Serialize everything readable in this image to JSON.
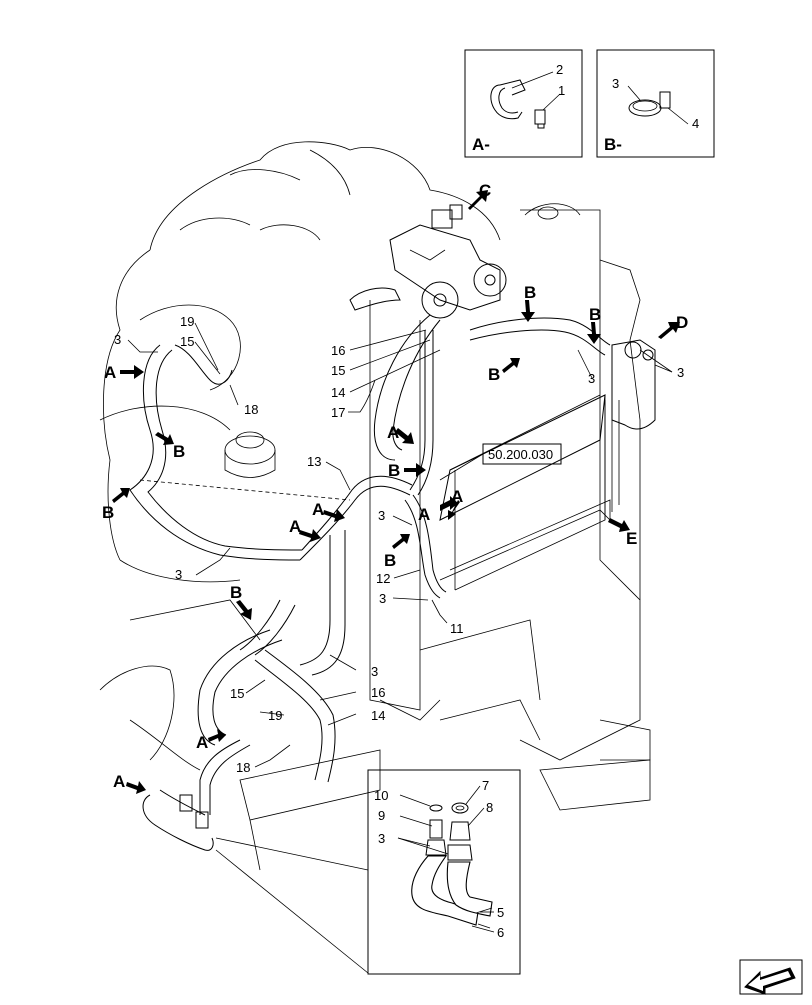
{
  "reference_label": "50.200.030",
  "detail_boxes": {
    "a": {
      "title": "A-",
      "parts": [
        "2",
        "1"
      ]
    },
    "b": {
      "title": "B-",
      "parts": [
        "3",
        "4"
      ]
    }
  },
  "direction_labels": {
    "C": "C",
    "D": "D",
    "E": "E",
    "A1": "A",
    "A2": "A",
    "A3": "A",
    "A4": "A",
    "A5": "A",
    "A6": "A",
    "A7": "A",
    "A8": "A",
    "B1": "B",
    "B2": "B",
    "B3": "B",
    "B4": "B",
    "B5": "B",
    "B6": "B",
    "B7": "B",
    "B8": "B"
  },
  "callouts": {
    "c19a": "19",
    "c15a": "15",
    "c3a": "3",
    "c18a": "18",
    "c16a": "16",
    "c15b": "15",
    "c14a": "14",
    "c17": "17",
    "c13": "13",
    "c3b": "3",
    "c12": "12",
    "c3c": "3",
    "c11": "11",
    "c3d": "3",
    "c3e": "3",
    "c3f": "3",
    "c3g": "3",
    "c16b": "16",
    "c15c": "15",
    "c19b": "19",
    "c14b": "14",
    "c18b": "18",
    "c10": "10",
    "c9": "9",
    "c3h": "3",
    "c7": "7",
    "c8": "8",
    "c5": "5",
    "c6": "6"
  }
}
